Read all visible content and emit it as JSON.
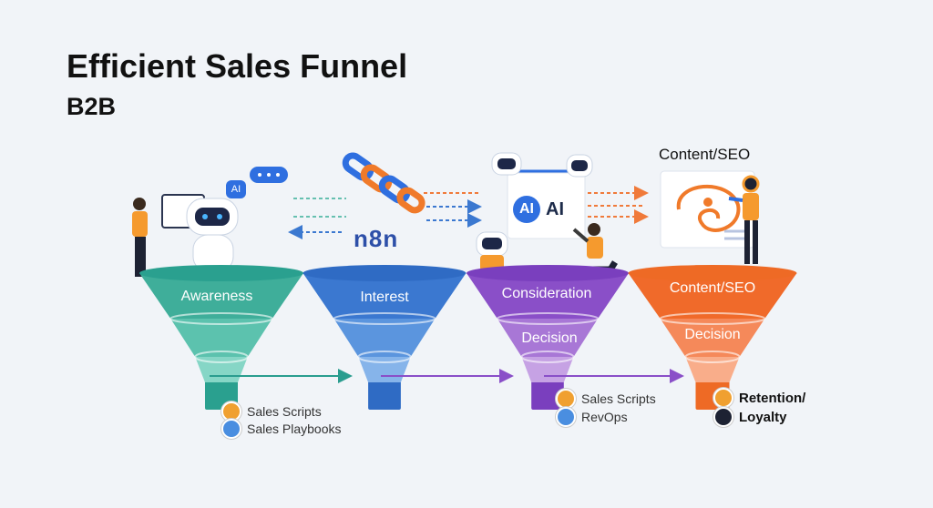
{
  "title": "Efficient Sales Funnel",
  "subtitle": "B2B",
  "top_labels": {
    "content_seo": "Content/SEO",
    "n8n": "n8n",
    "ai_badge": "AI",
    "ai_text": "AI",
    "bubble": "AI"
  },
  "funnels": [
    {
      "labels": [
        "Awareness"
      ],
      "colors": [
        "#3fae9a",
        "#5cc2ae",
        "#86d6c6",
        "#2aa08f"
      ]
    },
    {
      "labels": [
        "Interest"
      ],
      "colors": [
        "#3b78d0",
        "#5b95de",
        "#86b4ea",
        "#2f6bc4"
      ]
    },
    {
      "labels": [
        "Consideration",
        "Decision"
      ],
      "colors": [
        "#8a4fc8",
        "#a877d6",
        "#c6a2e4",
        "#7a3fbe"
      ]
    },
    {
      "labels": [
        "Content/SEO",
        "Decision"
      ],
      "colors": [
        "#f06a2a",
        "#f5895a",
        "#f9ad8a",
        "#ee6a25"
      ]
    }
  ],
  "tags": [
    {
      "items": [
        {
          "text": "Sales Scripts",
          "icon": "gear-icon",
          "color": "#f0a030"
        },
        {
          "text": "Sales Playbooks",
          "icon": "book-icon",
          "color": "#4a8ee0"
        }
      ]
    },
    {
      "items": [
        {
          "text": "Sales Scripts",
          "icon": "check-icon",
          "color": "#f0a030"
        },
        {
          "text": "RevOps",
          "icon": "mail-icon",
          "color": "#4a8ee0"
        }
      ]
    },
    {
      "items": [
        {
          "text": "Retention/",
          "icon": "check-icon",
          "color": "#f0a030"
        },
        {
          "text": "Loyalty",
          "icon": "mail-icon",
          "color": "#1d2233"
        }
      ]
    }
  ]
}
